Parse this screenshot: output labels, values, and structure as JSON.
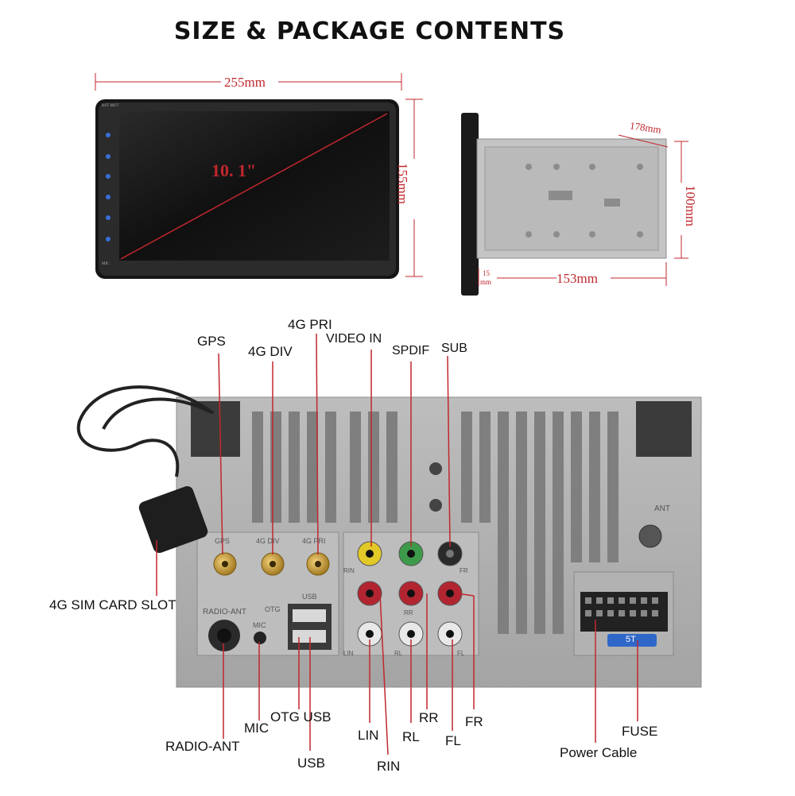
{
  "title": "SIZE & PACKAGE CONTENTS",
  "front_view": {
    "width": "255mm",
    "height": "155mm",
    "screen_size": "10. 1\"",
    "panel_top_text": "RST  MUT",
    "panel_bottom_text": "MIC"
  },
  "side_view": {
    "depth": "178mm",
    "height": "100mm",
    "body_depth": "153mm",
    "bezel_depth_num": "15",
    "bezel_depth_unit": "mm"
  },
  "callouts": {
    "gps": "GPS",
    "div": "4G DIV",
    "pri": "4G PRI",
    "video_in": "VIDEO IN",
    "spdif": "SPDIF",
    "sub": "SUB",
    "sim": "4G SIM CARD SLOT",
    "radio_ant": "RADIO-ANT",
    "mic": "MIC",
    "otg_usb": "OTG USB",
    "usb": "USB",
    "lin": "LIN",
    "rin": "RIN",
    "rl": "RL",
    "rr": "RR",
    "fl": "FL",
    "fr": "FR",
    "fuse": "FUSE",
    "power": "Power Cable"
  },
  "panel_print": {
    "gps": "GPS",
    "div": "4G DIV",
    "pri": "4G PRI",
    "radio_ant": "RADIO-ANT",
    "otg": "OTG",
    "usb": "USB",
    "mic": "MIC",
    "ant": "ANT",
    "fuse_rating": "5T",
    "rin": "RIN",
    "lin": "LIN",
    "rr": "RR",
    "rl": "RL",
    "fr": "FR",
    "fl": "FL"
  },
  "colors": {
    "callout_line": "#c0272d",
    "dimension": "#c0272d",
    "fuse": "#2f67c9"
  }
}
